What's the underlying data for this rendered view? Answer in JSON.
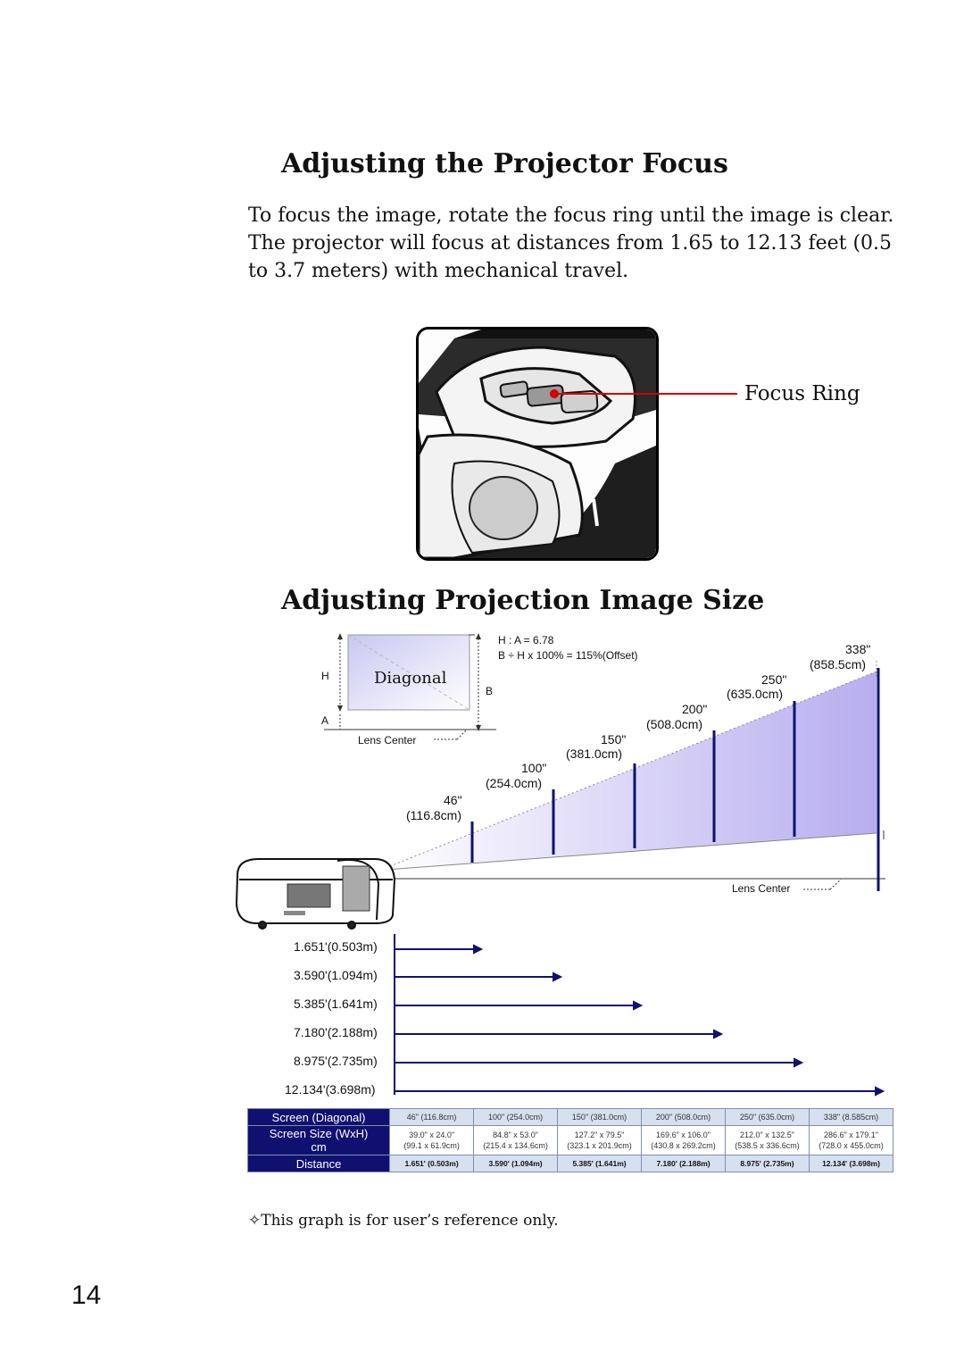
{
  "focus_section": {
    "title": "Adjusting the Projector Focus",
    "paragraph_lines": [
      "To focus the image, rotate the focus ring until the image is clear.",
      "The projector will focus at distances from 1.65 to 12.13 feet (0.5",
      "to 3.7 meters) with mechanical travel."
    ],
    "callout_label": "Focus Ring"
  },
  "size_section": {
    "title": "Adjusting Projection Image Size"
  },
  "diagram": {
    "ratio_line": "H : A = 6.78",
    "offset_line": "B ÷ H x 100% = 115%(Offset)",
    "label_h": "H",
    "label_a": "A",
    "label_b": "B",
    "diagonal_label": "Diagonal",
    "lens_center_label": "Lens Center",
    "screens": [
      {
        "inches": "46\"",
        "cm": "(116.8cm)"
      },
      {
        "inches": "100\"",
        "cm": "(254.0cm)"
      },
      {
        "inches": "150\"",
        "cm": "(381.0cm)"
      },
      {
        "inches": "200\"",
        "cm": "(508.0cm)"
      },
      {
        "inches": "250\"",
        "cm": "(635.0cm)"
      },
      {
        "inches": "338\"",
        "cm": "(858.5cm)"
      }
    ],
    "distances": [
      "1.651'(0.503m)",
      "3.590'(1.094m)",
      "5.385'(1.641m)",
      "7.180'(2.188m)",
      "8.975'(2.735m)",
      "12.134'(3.698m)"
    ]
  },
  "table": {
    "header_diagonal": "Screen (Diagonal)",
    "header_size": "Screen Size (WxH)",
    "header_size_unit": "cm",
    "header_distance": "Distance",
    "diagonals": [
      "46\" (116.8cm)",
      "100\" (254.0cm)",
      "150\" (381.0cm)",
      "200\" (508.0cm)",
      "250\" (635.0cm)",
      "338\" (8.585cm)"
    ],
    "sizes_in": [
      "39.0\" x 24.0\"",
      "84.8\" x 53.0\"",
      "127.2\" x 79.5\"",
      "169.6\" x 106.0\"",
      "212.0\" x 132.5\"",
      "286.6\" x 179.1\""
    ],
    "sizes_cm": [
      "(99.1 x 61.9cm)",
      "(215.4 x 134.6cm)",
      "(323.1 x 201.9cm)",
      "(430.8 x 269.2cm)",
      "(538.5 x 336.6cm)",
      "(728.0 x 455.0cm)"
    ],
    "distances": [
      "1.651' (0.503m)",
      "3.590' (1.094m)",
      "5.385' (1.641m)",
      "7.180' (2.188m)",
      "8.975' (2.735m)",
      "12.134' (3.698m)"
    ]
  },
  "note": "✧This graph is for user’s reference only.",
  "page_number": "14"
}
